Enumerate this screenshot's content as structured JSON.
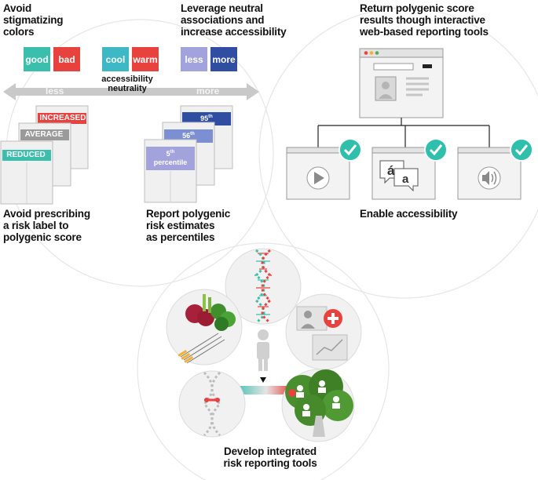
{
  "colors": {
    "good": "#3bbfad",
    "bad": "#e8423f",
    "cool": "#3db8c4",
    "warm": "#e8423f",
    "less": "#a2a3dc",
    "more": "#2f4ea1",
    "check": "#2fbfad"
  },
  "headings": {
    "avoid_colors": [
      "Avoid",
      "stigmatizing",
      "colors"
    ],
    "neutral": [
      "Leverage neutral",
      "associations and",
      "increase accessibility"
    ],
    "return_results": [
      "Return polygenic score",
      "results though interactive",
      "web-based reporting tools"
    ],
    "avoid_label": [
      "Avoid prescribing",
      "a risk label to",
      "polygenic score"
    ],
    "percentiles": [
      "Report polygenic",
      "risk estimates",
      "as percentiles"
    ],
    "enable": "Enable accessibility",
    "develop": [
      "Develop integrated",
      "risk reporting tools"
    ]
  },
  "swatches": {
    "good": "good",
    "bad": "bad",
    "cool": "cool",
    "warm": "warm",
    "less": "less",
    "more": "more"
  },
  "arrow": {
    "left": "less",
    "right": "more",
    "center_top": "accessibility",
    "center_bottom": "neutrality"
  },
  "risk_labels": {
    "increased": "INCREASED",
    "average": "AVERAGE",
    "reduced": "REDUCED"
  },
  "percentile_labels": {
    "p95": "95",
    "p95_sup": "th",
    "p56": "56",
    "p56_sup": "th",
    "p5": "5",
    "p5_sup": "th",
    "p5_word": "percentile"
  },
  "language_icon": {
    "a_accent": "á",
    "a": "a"
  },
  "icons": [
    "browser-window-icon",
    "play-video-icon",
    "translation-icon",
    "audio-icon",
    "check-icon",
    "dna-icon",
    "food-icon",
    "person-icon",
    "doctor-icon",
    "family-tree-icon"
  ]
}
